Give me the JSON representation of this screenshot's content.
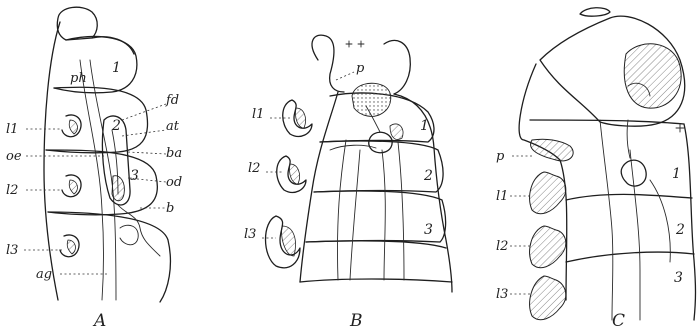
{
  "figures": [
    {
      "caption": "A",
      "segments": [
        "1",
        "2",
        "3"
      ],
      "labels": {
        "ph": "ph",
        "fd": "fd",
        "at": "at",
        "ba": "ba",
        "od": "od",
        "b": "b",
        "oe": "oe",
        "l1": "l1",
        "l2": "l2",
        "l3": "l3",
        "ag": "ag"
      }
    },
    {
      "caption": "B",
      "segments": [
        "1",
        "2",
        "3"
      ],
      "labels": {
        "p": "p",
        "l1": "l1",
        "l2": "l2",
        "l3": "l3"
      }
    },
    {
      "caption": "C",
      "segments": [
        "1",
        "2",
        "3"
      ],
      "labels": {
        "p": "p",
        "l1": "l1",
        "l2": "l2",
        "l3": "l3"
      }
    }
  ]
}
